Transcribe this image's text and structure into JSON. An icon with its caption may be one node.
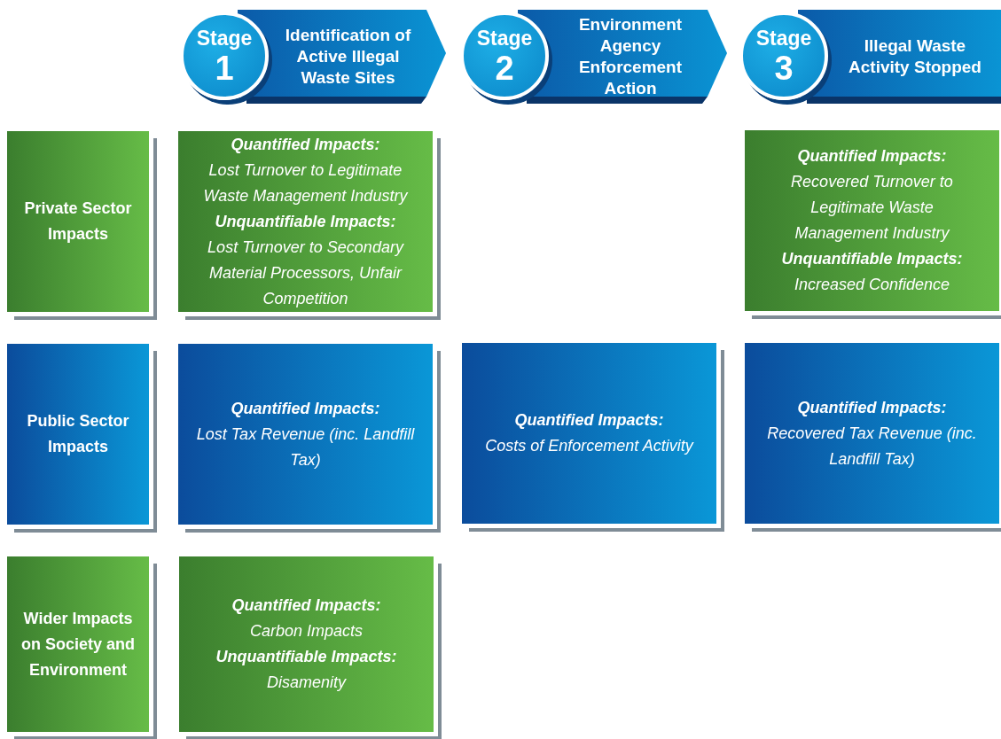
{
  "diagram": {
    "nodes": [
      {
        "text": [
          "Stage",
          "1"
        ]
      },
      {
        "text": [
          "Identification of Active Illegal Waste Sites"
        ]
      },
      {
        "text": [
          "Stage",
          "2"
        ]
      },
      {
        "text": [
          "Environment Agency Enforcement Action"
        ]
      },
      {
        "text": [
          "Stage",
          "3"
        ]
      },
      {
        "text": [
          "Illegal Waste Activity Stopped"
        ]
      },
      {
        "text": [
          "Private Sector Impacts"
        ]
      },
      {
        "text": [
          "Quantified Impacts:",
          "Lost Turnover to Legitimate Waste Management Industry",
          "Unquantifiable Impacts:",
          "Lost Turnover to Secondary Material Processors, Unfair Competition"
        ]
      },
      {
        "text": [
          "Quantified Impacts:",
          "Recovered Turnover to Legitimate Waste Management Industry",
          "Unquantifiable Impacts:",
          "Increased Confidence"
        ]
      },
      {
        "text": [
          "Public Sector Impacts"
        ]
      },
      {
        "text": [
          "Quantified Impacts:",
          "Lost Tax Revenue (inc. Landfill Tax)"
        ]
      },
      {
        "text": [
          "Quantified Impacts:",
          "Costs of Enforcement Activity"
        ]
      },
      {
        "text": [
          "Quantified Impacts:",
          "Recovered Tax Revenue (inc. Landfill Tax)"
        ]
      },
      {
        "text": [
          "Wider Impacts on Society and Environment"
        ]
      },
      {
        "text": [
          "Quantified Impacts:",
          "Carbon Impacts",
          "Unquantifiable Impacts:",
          "Disamenity"
        ]
      }
    ]
  }
}
